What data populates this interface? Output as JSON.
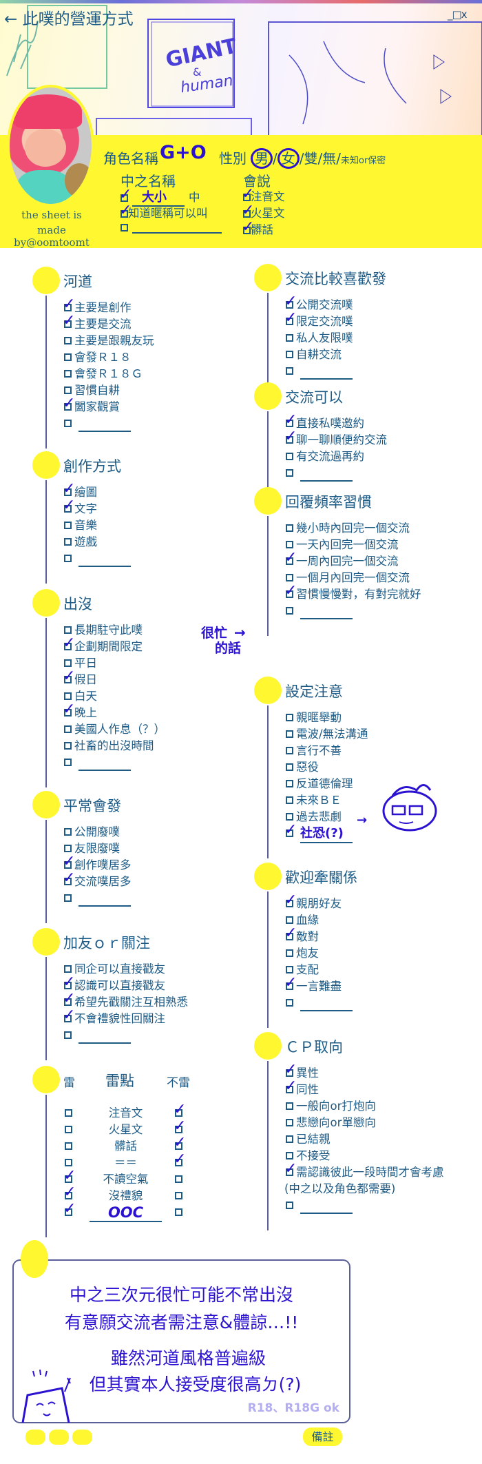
{
  "window": {
    "title": "此噗的營運方式",
    "back_icon": "←",
    "controls": "_□x"
  },
  "banner_art": {
    "line1": "GIANT",
    "line2": "&",
    "line3": "human"
  },
  "credit": {
    "line1": "the sheet is",
    "line2": "made by@oomtoomt"
  },
  "profile": {
    "char_name_label": "角色名稱",
    "char_name_value": "G+O",
    "gender_label": "性別",
    "gender_options": [
      "男",
      "女",
      "雙",
      "無",
      "未知or保密"
    ],
    "gender_circled": [
      "男",
      "女"
    ],
    "nick_label": "中之名稱",
    "nick_items": [
      {
        "label": "大小",
        "suffix": "中",
        "checked": true
      },
      {
        "label": "知道暱稱可以叫",
        "checked": true
      },
      {
        "label": "",
        "checked": false
      }
    ],
    "lang_label": "會說",
    "lang_items": [
      {
        "label": "注音文",
        "checked": true
      },
      {
        "label": "火星文",
        "checked": true
      },
      {
        "label": "髒話",
        "checked": true
      }
    ]
  },
  "sections_left": [
    {
      "title": "河道",
      "items": [
        {
          "label": "主要是創作",
          "checked": true
        },
        {
          "label": "主要是交流",
          "checked": true
        },
        {
          "label": "主要是跟親友玩",
          "checked": false
        },
        {
          "label": "會發Ｒ１８",
          "checked": false
        },
        {
          "label": "會發Ｒ１８Ｇ",
          "checked": false
        },
        {
          "label": "習慣自耕",
          "checked": false
        },
        {
          "label": "闔家觀賞",
          "checked": true
        },
        {
          "label": "",
          "checked": false
        }
      ]
    },
    {
      "title": "創作方式",
      "items": [
        {
          "label": "繪圖",
          "checked": true
        },
        {
          "label": "文字",
          "checked": true
        },
        {
          "label": "音樂",
          "checked": false
        },
        {
          "label": "遊戲",
          "checked": false
        },
        {
          "label": "",
          "checked": false
        }
      ]
    },
    {
      "title": "出沒",
      "items": [
        {
          "label": "長期駐守此噗",
          "checked": false
        },
        {
          "label": "企劃期間限定",
          "checked": true
        },
        {
          "label": "平日",
          "checked": false
        },
        {
          "label": "假日",
          "checked": true
        },
        {
          "label": "白天",
          "checked": false
        },
        {
          "label": "晚上",
          "checked": true
        },
        {
          "label": "美國人作息（？）",
          "checked": false
        },
        {
          "label": "社畜的出沒時間",
          "checked": false
        },
        {
          "label": "",
          "checked": false
        }
      ]
    },
    {
      "title": "平常會發",
      "items": [
        {
          "label": "公開廢噗",
          "checked": false
        },
        {
          "label": "友限廢噗",
          "checked": false
        },
        {
          "label": "創作噗居多",
          "checked": true
        },
        {
          "label": "交流噗居多",
          "checked": true
        },
        {
          "label": "",
          "checked": false
        }
      ]
    },
    {
      "title": "加友ｏｒ關注",
      "items": [
        {
          "label": "同企可以直接戳友",
          "checked": false
        },
        {
          "label": "認識可以直接戳友",
          "checked": true
        },
        {
          "label": "希望先戳關注互相熟悉",
          "checked": true
        },
        {
          "label": "不會禮貌性回關注",
          "checked": true
        },
        {
          "label": "",
          "checked": false
        }
      ]
    }
  ],
  "sections_right": [
    {
      "title": "交流比較喜歡發",
      "items": [
        {
          "label": "公開交流噗",
          "checked": true
        },
        {
          "label": "限定交流噗",
          "checked": true
        },
        {
          "label": "私人友限噗",
          "checked": false
        },
        {
          "label": "自耕交流",
          "checked": false
        },
        {
          "label": "",
          "checked": false
        }
      ]
    },
    {
      "title": "交流可以",
      "items": [
        {
          "label": "直接私噗邀約",
          "checked": true
        },
        {
          "label": "聊一聊順便約交流",
          "checked": true
        },
        {
          "label": "有交流過再約",
          "checked": false
        },
        {
          "label": "",
          "checked": false
        }
      ]
    },
    {
      "title": "回覆頻率習慣",
      "items": [
        {
          "label": "幾小時內回完一個交流",
          "checked": false
        },
        {
          "label": "一天內回完一個交流",
          "checked": false
        },
        {
          "label": "一周內回完一個交流",
          "checked": true
        },
        {
          "label": "一個月內回完一個交流",
          "checked": false
        },
        {
          "label": "習慣慢慢對，有對完就好",
          "checked": true
        },
        {
          "label": "",
          "checked": false
        }
      ]
    },
    {
      "title": "設定注意",
      "items": [
        {
          "label": "親暱舉動",
          "checked": false
        },
        {
          "label": "電波/無法溝通",
          "checked": false
        },
        {
          "label": "言行不善",
          "checked": false
        },
        {
          "label": "惡役",
          "checked": false
        },
        {
          "label": "反道德倫理",
          "checked": false
        },
        {
          "label": "未來ＢＥ",
          "checked": false
        },
        {
          "label": "過去悲劇",
          "checked": false
        },
        {
          "label": "社恐(?)",
          "checked": true,
          "handwritten": true
        }
      ]
    },
    {
      "title": "歡迎牽關係",
      "items": [
        {
          "label": "親朋好友",
          "checked": true
        },
        {
          "label": "血緣",
          "checked": false
        },
        {
          "label": "敵對",
          "checked": true
        },
        {
          "label": "炮友",
          "checked": false
        },
        {
          "label": "支配",
          "checked": false
        },
        {
          "label": "一言難盡",
          "checked": true
        },
        {
          "label": "",
          "checked": false
        }
      ]
    },
    {
      "title": "ＣＰ取向",
      "items": [
        {
          "label": "異性",
          "checked": true
        },
        {
          "label": "同性",
          "checked": true
        },
        {
          "label": "一般向or打炮向",
          "checked": false
        },
        {
          "label": "悲戀向or單戀向",
          "checked": false
        },
        {
          "label": "已結親",
          "checked": false
        },
        {
          "label": "不接受",
          "checked": false
        },
        {
          "label": "需認識彼此一段時間才會考慮",
          "checked": true,
          "note": "(中之以及角色都需要)"
        },
        {
          "label": "",
          "checked": false
        }
      ]
    }
  ],
  "triggers": {
    "col_trigger": "雷",
    "title": "雷點",
    "col_ok": "不雷",
    "rows": [
      {
        "label": "注音文",
        "trigger": false,
        "ok": true
      },
      {
        "label": "火星文",
        "trigger": false,
        "ok": true
      },
      {
        "label": "髒話",
        "trigger": false,
        "ok": true
      },
      {
        "label": "＝＝",
        "trigger": false,
        "ok": true
      },
      {
        "label": "不讀空氣",
        "trigger": true,
        "ok": false
      },
      {
        "label": "沒禮貌",
        "trigger": true,
        "ok": false
      },
      {
        "label": "OOC",
        "trigger": true,
        "ok": false,
        "handwritten": true
      }
    ]
  },
  "annotations": {
    "busy_note_line1": "很忙",
    "busy_note_line2": "的話",
    "arrow": "→"
  },
  "remarks": {
    "lines": [
      "中之三次元很忙可能不常出沒",
      "有意願交流者需注意&體諒…!!",
      "雖然河道風格普遍級",
      "但其實本人接受度很高ㄉ(?)"
    ],
    "corner_note": "R18、R18G ok",
    "memo_label": "備註"
  },
  "colors": {
    "accent_yellow": "#fff831",
    "text_blue": "#1d5b86",
    "ink": "#2a12d0",
    "line": "#5a5f9a"
  }
}
